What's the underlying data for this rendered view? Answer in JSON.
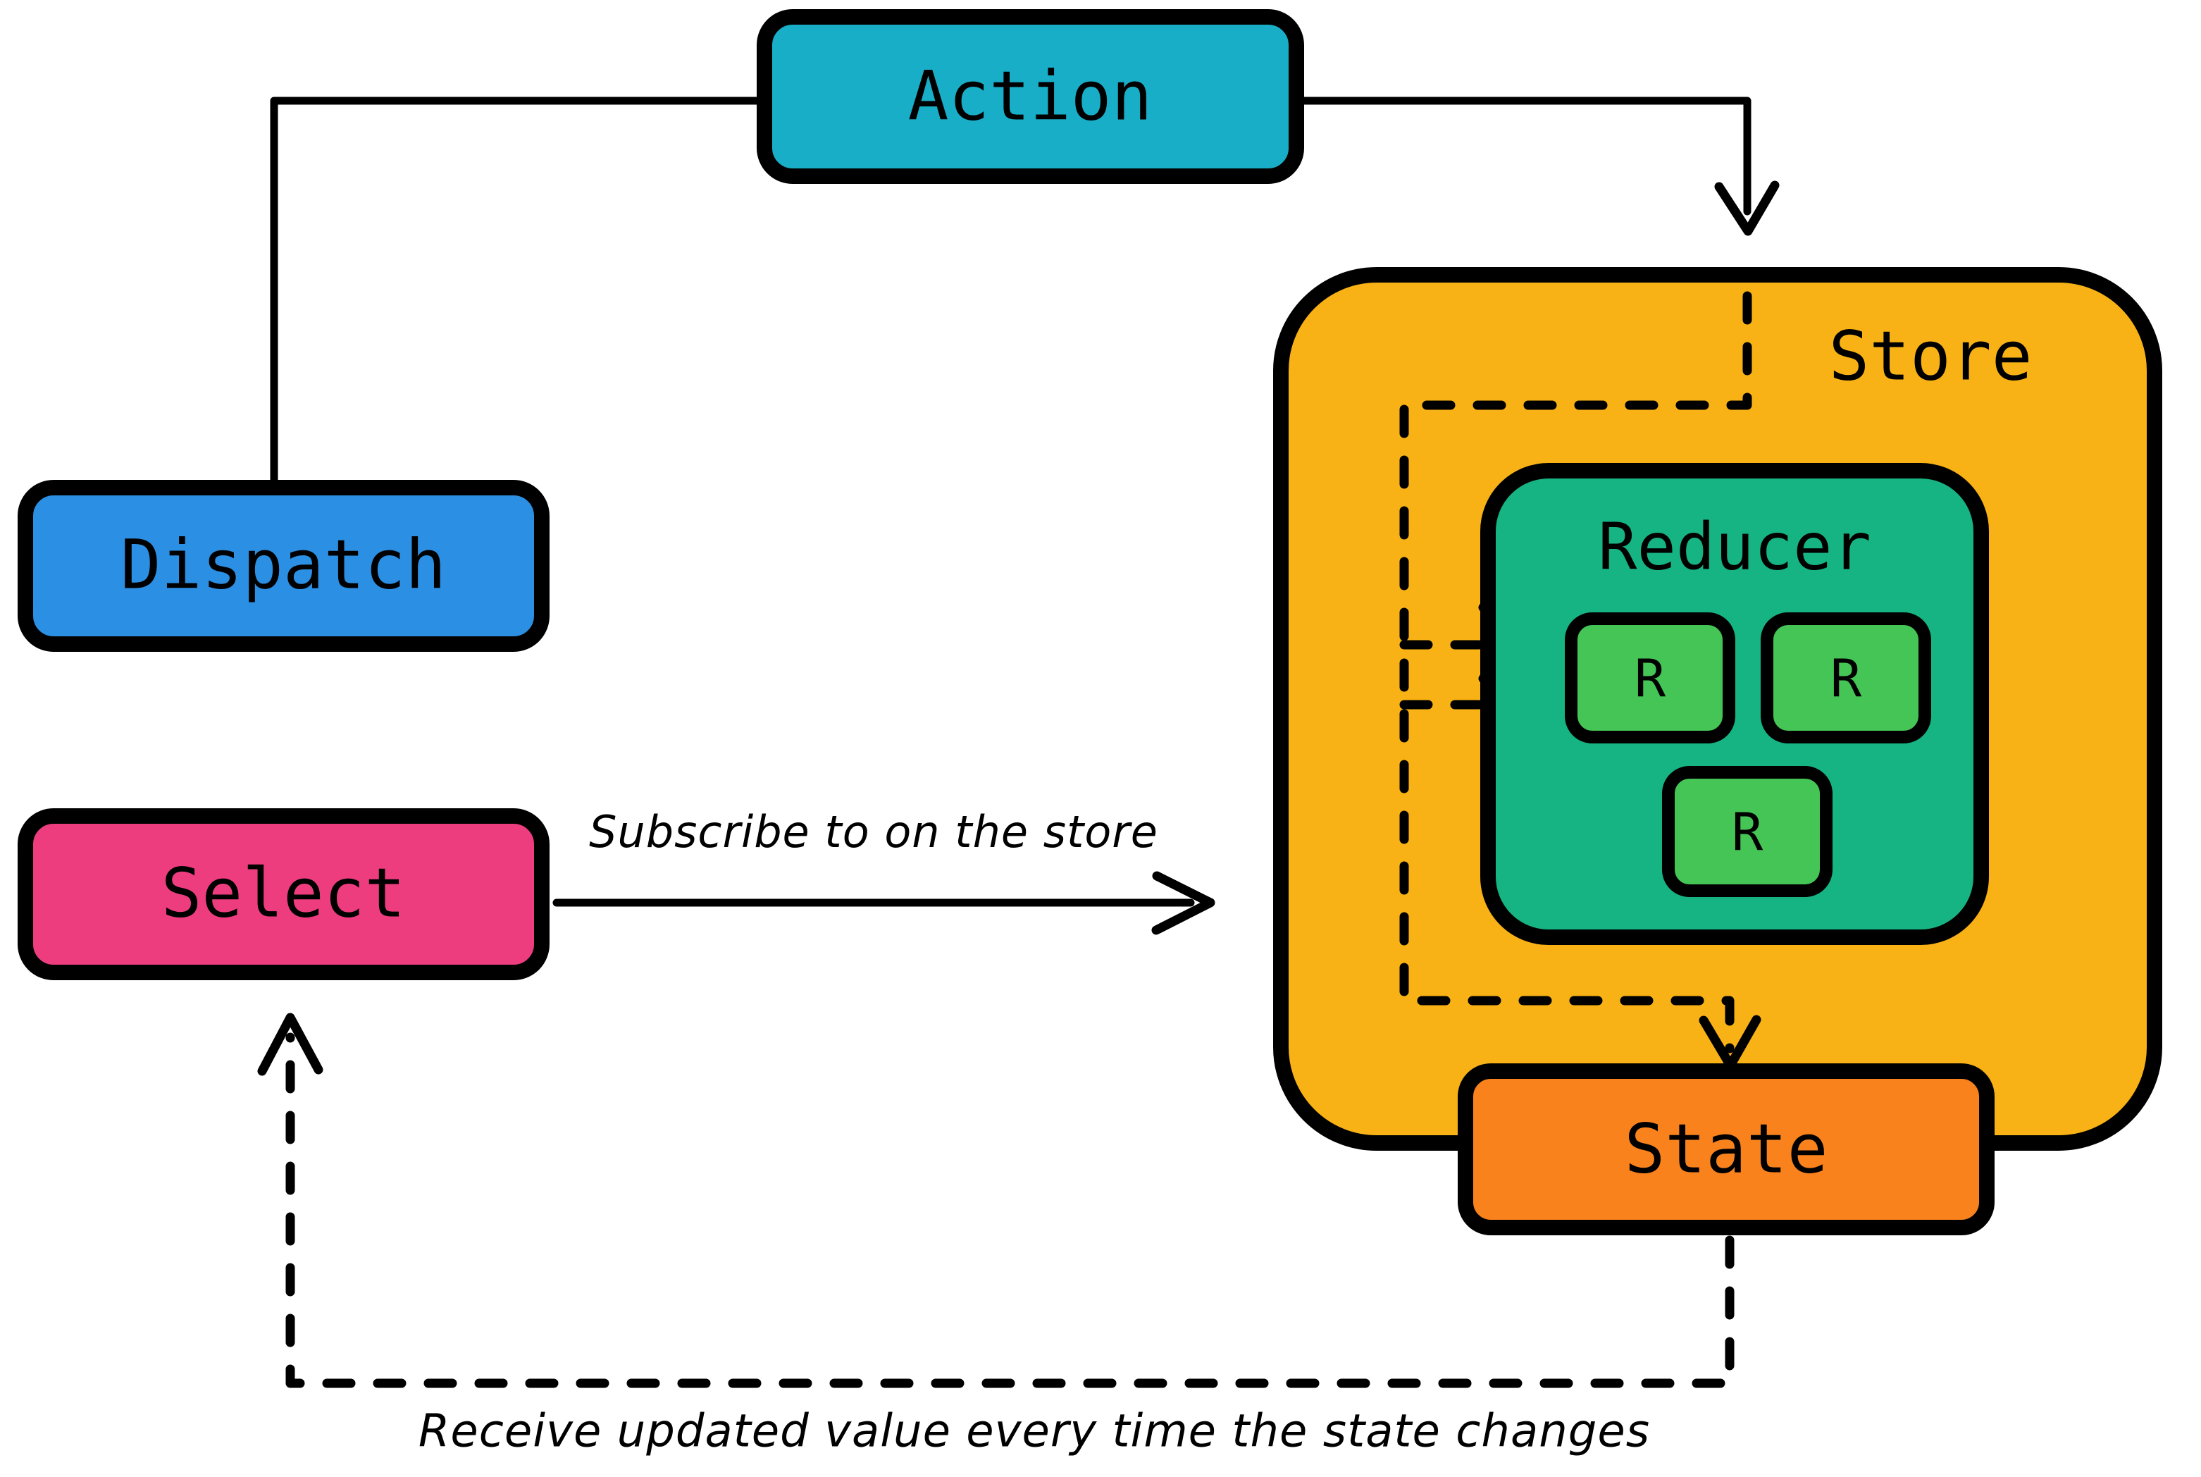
{
  "diagram": {
    "title_text_nodes": {
      "action": "Action",
      "dispatch": "Dispatch",
      "select": "Select",
      "store": "Store",
      "reducer": "Reducer",
      "state": "State",
      "reducer_item_1": "R",
      "reducer_item_2": "R",
      "reducer_item_3": "R"
    },
    "edge_labels": {
      "subscribe": "Subscribe to on the store"
    },
    "caption": "Receive updated value every time the state changes",
    "colors": {
      "action_fill": "#18AEC8",
      "dispatch_fill": "#2B8FE3",
      "select_fill": "#EE3D7F",
      "store_fill": "#F9B215",
      "reducer_fill": "#16B483",
      "reducer_item_fill": "#45C556",
      "state_fill": "#F9821C",
      "outline": "#000000",
      "background": "#FFFFFF"
    }
  }
}
